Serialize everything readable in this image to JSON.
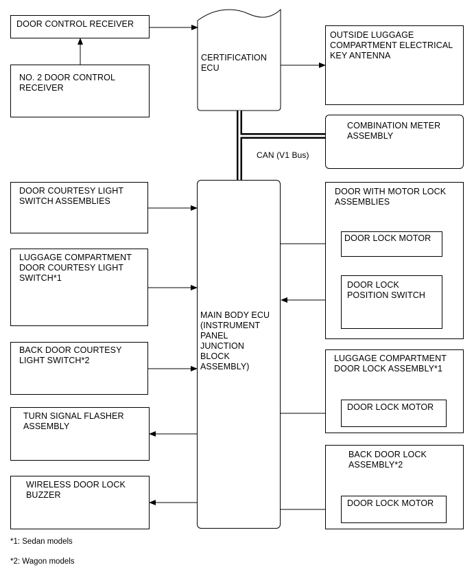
{
  "boxes": {
    "door_control_receiver": "DOOR CONTROL RECEIVER",
    "no2_door_control_receiver": "NO. 2 DOOR CONTROL\nRECEIVER",
    "certification_ecu": "CERTIFICATION\nECU",
    "outside_luggage_antenna": "OUTSIDE LUGGAGE\nCOMPARTMENT ELECTRICAL\nKEY ANTENNA",
    "combination_meter": "COMBINATION METER\nASSEMBLY",
    "door_courtesy_switches": "DOOR COURTESY LIGHT\nSWITCH ASSEMBLIES",
    "luggage_courtesy_switch": "LUGGAGE COMPARTMENT\nDOOR COURTESY LIGHT\nSWITCH*1",
    "back_door_courtesy_switch": "BACK DOOR COURTESY\nLIGHT SWITCH*2",
    "turn_signal_flasher": "TURN SIGNAL FLASHER\nASSEMBLY",
    "wireless_door_lock_buzzer": "WIRELESS DOOR LOCK\nBUZZER",
    "main_body_ecu": "MAIN BODY ECU\n(INSTRUMENT\nPANEL\nJUNCTION\nBLOCK\nASSEMBLY)",
    "door_with_motor_lock": "DOOR WITH MOTOR LOCK\nASSEMBLIES",
    "door_lock_motor_1": "DOOR LOCK MOTOR",
    "door_lock_position_switch": "DOOR LOCK\nPOSITION SWITCH",
    "luggage_door_lock_assembly": "LUGGAGE COMPARTMENT\nDOOR LOCK ASSEMBLY*1",
    "door_lock_motor_2": "DOOR LOCK MOTOR",
    "back_door_lock_assembly": "BACK DOOR LOCK\nASSEMBLY*2",
    "door_lock_motor_3": "DOOR LOCK MOTOR"
  },
  "bus_label": "CAN (V1 Bus)",
  "footnotes": {
    "sedan": "*1: Sedan models",
    "wagon": "*2: Wagon models"
  }
}
